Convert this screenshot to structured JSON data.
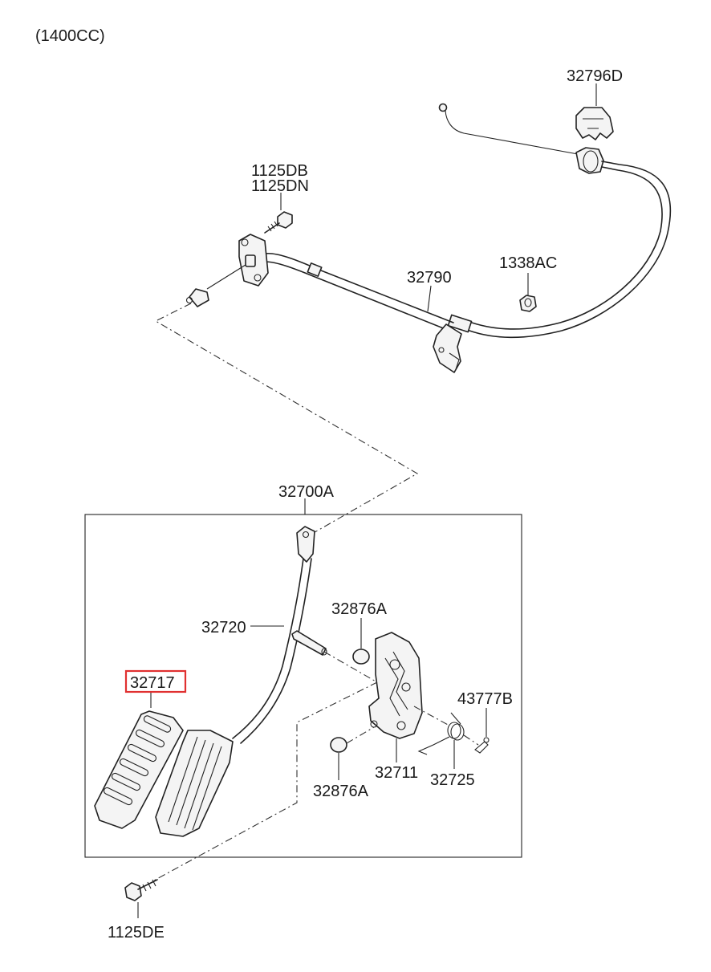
{
  "variant": "(1400CC)",
  "labels": {
    "p32796D": "32796D",
    "p1125DB": "1125DB",
    "p1125DN": "1125DN",
    "p32790": "32790",
    "p1338AC": "1338AC",
    "p32700A": "32700A",
    "p32876A_top": "32876A",
    "p32720": "32720",
    "p32717": "32717",
    "p43777B": "43777B",
    "p32711": "32711",
    "p32725": "32725",
    "p32876A_bottom": "32876A",
    "p1125DE": "1125DE"
  },
  "highlight_color": "#e03030"
}
